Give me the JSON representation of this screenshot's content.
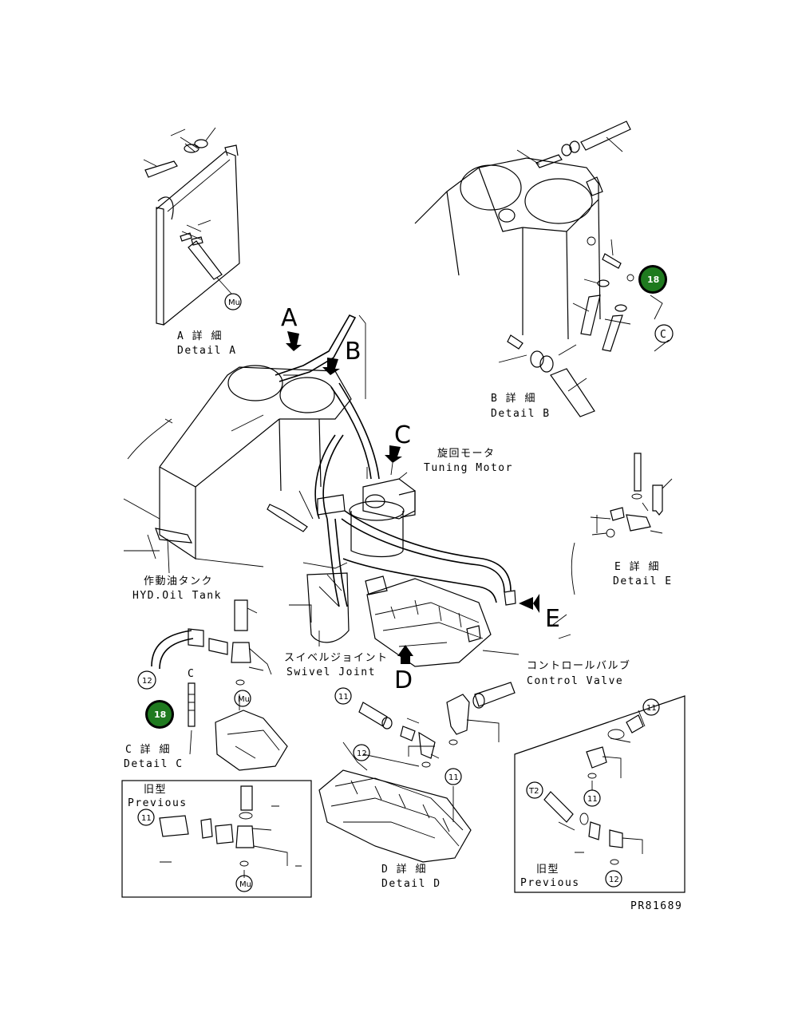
{
  "details": {
    "a_jp": "A 詳 細",
    "a_en": "Detail A",
    "b_jp": "B 詳 細",
    "b_en": "Detail B",
    "c_jp": "C 詳 細",
    "c_en": "Detail C",
    "d_jp": "D 詳 細",
    "d_en": "Detail D",
    "e_jp": "E 詳 細",
    "e_en": "Detail E"
  },
  "letters": {
    "a": "A",
    "b": "B",
    "c": "C",
    "d": "D",
    "e": "E",
    "c_small": "C"
  },
  "components": {
    "motor_jp": "旋回モータ",
    "motor_en": "Tuning Motor",
    "tank_jp": "作動油タンク",
    "tank_en": "HYD.Oil Tank",
    "swivel_jp": "スイベルジョイント",
    "swivel_en": "Swivel Joint",
    "valve_jp": "コントロールバルブ",
    "valve_en": "Control Valve"
  },
  "previous": {
    "left_jp": "旧型",
    "left_en": "Previous",
    "right_jp": "旧型",
    "right_en": "Previous"
  },
  "callouts": {
    "mu": "Mu",
    "p11": "11",
    "p12": "12",
    "t2": "T2",
    "highlight": "18"
  },
  "colors": {
    "highlight_fill": "#1f7a1f",
    "line": "#000000"
  },
  "drawing_number": "PR81689"
}
